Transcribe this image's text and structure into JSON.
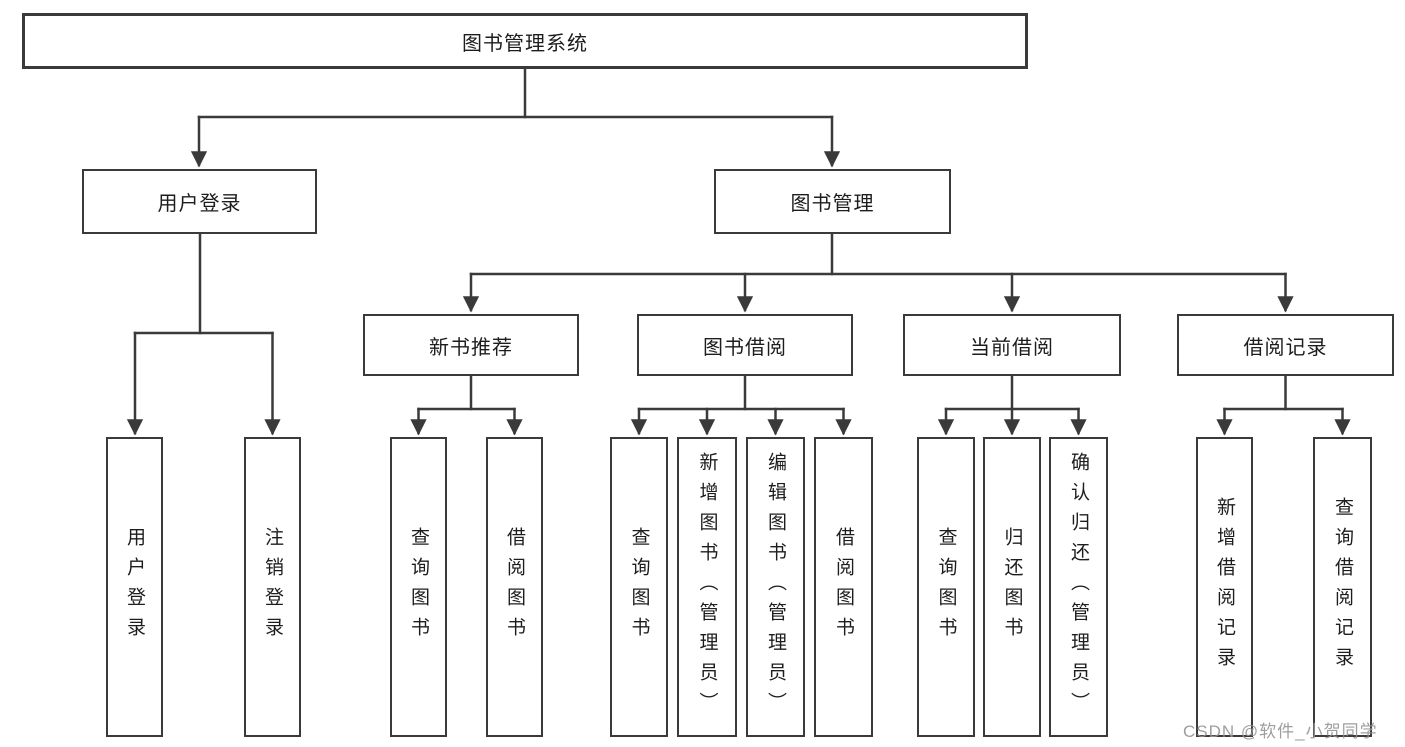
{
  "tree": {
    "root": {
      "label": "图书管理系统"
    },
    "branches": [
      {
        "label": "用户登录",
        "children": [
          {
            "label": "用户登录"
          },
          {
            "label": "注销登录"
          }
        ]
      },
      {
        "label": "图书管理",
        "children": [
          {
            "label": "新书推荐",
            "children": [
              {
                "label": "查询图书"
              },
              {
                "label": "借阅图书"
              }
            ]
          },
          {
            "label": "图书借阅",
            "children": [
              {
                "label": "查询图书"
              },
              {
                "label": "新增图书（管理员）"
              },
              {
                "label": "编辑图书（管理员）"
              },
              {
                "label": "借阅图书"
              }
            ]
          },
          {
            "label": "当前借阅",
            "children": [
              {
                "label": "查询图书"
              },
              {
                "label": "归还图书"
              },
              {
                "label": "确认归还（管理员）"
              }
            ]
          },
          {
            "label": "借阅记录",
            "children": [
              {
                "label": "新增借阅记录"
              },
              {
                "label": "查询借阅记录"
              }
            ]
          }
        ]
      }
    ]
  },
  "watermark": {
    "text": "CSDN @软件_小贺同学"
  },
  "colors": {
    "line": "#3a3a3a",
    "text": "#1d1d1f",
    "watermark": "#949494",
    "background": "#ffffff"
  }
}
